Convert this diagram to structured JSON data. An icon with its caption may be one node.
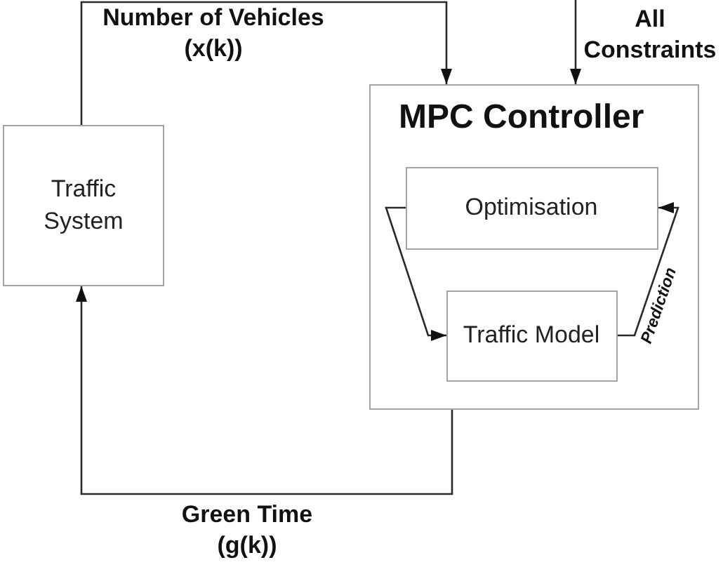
{
  "diagram": {
    "nodes": [
      {
        "text": [
          "Traffic System"
        ]
      },
      {
        "text": [
          "MPC Controller"
        ]
      },
      {
        "text": [
          "Optimisation"
        ],
        "in": 1
      },
      {
        "text": [
          "Traffic Model"
        ],
        "in": 1
      }
    ],
    "edges": [
      {
        "from": 0,
        "to": 1,
        "arrow": "to",
        "label": "Number of Vehicles (x(k))"
      },
      {
        "from": null,
        "to": 1,
        "arrow": "to",
        "label": "All Constraints"
      },
      {
        "from": 1,
        "to": 0,
        "arrow": "to",
        "label": "Green Time (g(k))"
      },
      {
        "from": 2,
        "to": 3,
        "arrow": "to"
      },
      {
        "from": 3,
        "to": 2,
        "arrow": "to",
        "label": "Prediction"
      }
    ]
  }
}
